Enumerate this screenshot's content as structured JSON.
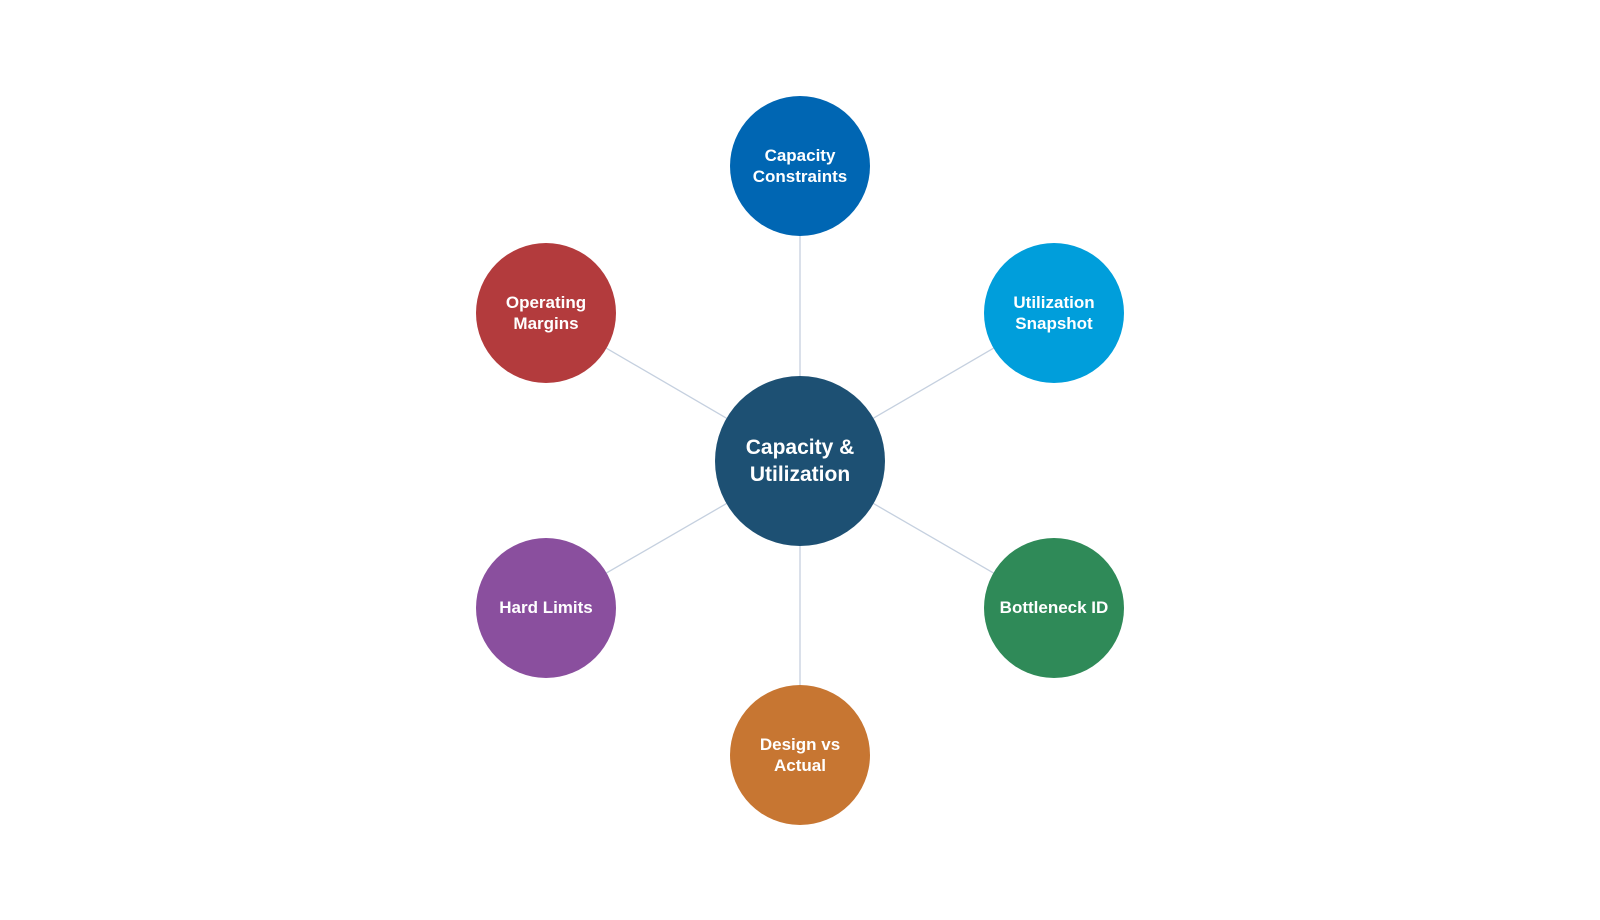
{
  "hub": {
    "label": "Capacity & Utilization",
    "color": "#1d5073"
  },
  "nodes": [
    {
      "label": "Capacity Constraints",
      "color": "#0066b3"
    },
    {
      "label": "Utilization Snapshot",
      "color": "#009edb"
    },
    {
      "label": "Bottleneck ID",
      "color": "#2f8a58"
    },
    {
      "label": "Design vs Actual",
      "color": "#c77632"
    },
    {
      "label": "Hard Limits",
      "color": "#8a4f9e"
    },
    {
      "label": "Operating Margins",
      "color": "#b33b3d"
    }
  ],
  "link_color": "#c5d0df"
}
